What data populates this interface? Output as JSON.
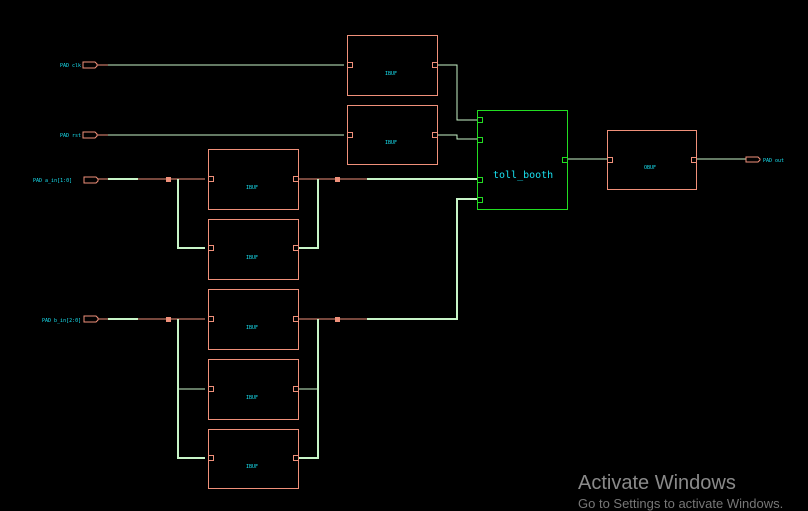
{
  "schematic": {
    "colors": {
      "background": "#000000",
      "cell_outline": "#f0907a",
      "top_module": "#22dd22",
      "wire": "#c8f5c8",
      "label": "#18e0f0"
    },
    "top_module": {
      "name": "toll_booth"
    },
    "input_ports": [
      {
        "label": "PAD clk"
      },
      {
        "label": "PAD rst"
      },
      {
        "label": "PAD a_in[1:0]"
      },
      {
        "label": "PAD b_in[2:0]"
      }
    ],
    "output_ports": [
      {
        "label": "PAD out"
      }
    ],
    "cells": [
      {
        "label": "IBUF"
      },
      {
        "label": "IBUF"
      },
      {
        "label": "IBUF"
      },
      {
        "label": "IBUF"
      },
      {
        "label": "IBUF"
      },
      {
        "label": "IBUF"
      },
      {
        "label": "IBUF"
      },
      {
        "label": "OBUF"
      }
    ]
  },
  "watermark": {
    "title": "Activate Windows",
    "subtitle": "Go to Settings to activate Windows."
  }
}
